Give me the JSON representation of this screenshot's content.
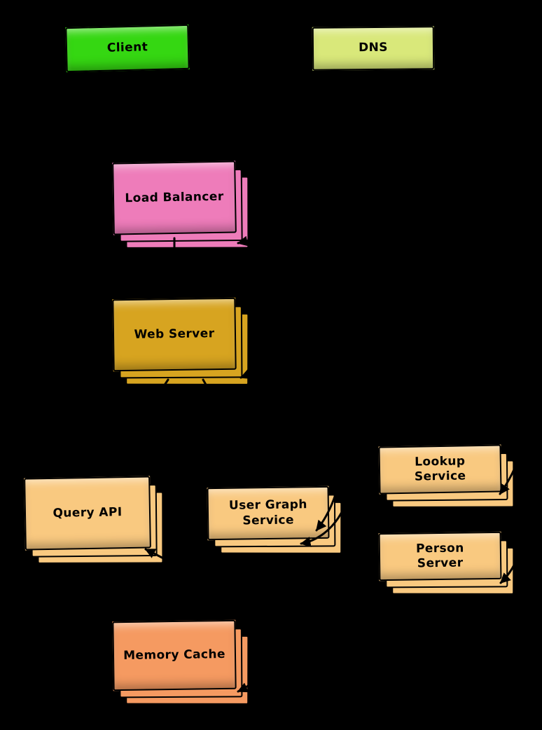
{
  "diagram": {
    "background_color": "#000000",
    "edge_color": "#000000",
    "nodes": [
      {
        "id": "client",
        "label": "Client",
        "color": "#35d712",
        "stacked": false
      },
      {
        "id": "dns",
        "label": "DNS",
        "color": "#d9e87a",
        "stacked": false
      },
      {
        "id": "load-balancer",
        "label": "Load Balancer",
        "color": "#ee7cba",
        "stacked": true
      },
      {
        "id": "web-server",
        "label": "Web Server",
        "color": "#d7a420",
        "stacked": true
      },
      {
        "id": "query-api",
        "label": "Query API",
        "color": "#f9c980",
        "stacked": true
      },
      {
        "id": "user-graph-service",
        "label": "User Graph\nService",
        "color": "#f9c980",
        "stacked": true
      },
      {
        "id": "lookup-service",
        "label": "Lookup\nService",
        "color": "#f9c980",
        "stacked": true
      },
      {
        "id": "person-server",
        "label": "Person\nServer",
        "color": "#f9c980",
        "stacked": true
      },
      {
        "id": "memory-cache",
        "label": "Memory Cache",
        "color": "#f59a61",
        "stacked": true
      }
    ]
  }
}
